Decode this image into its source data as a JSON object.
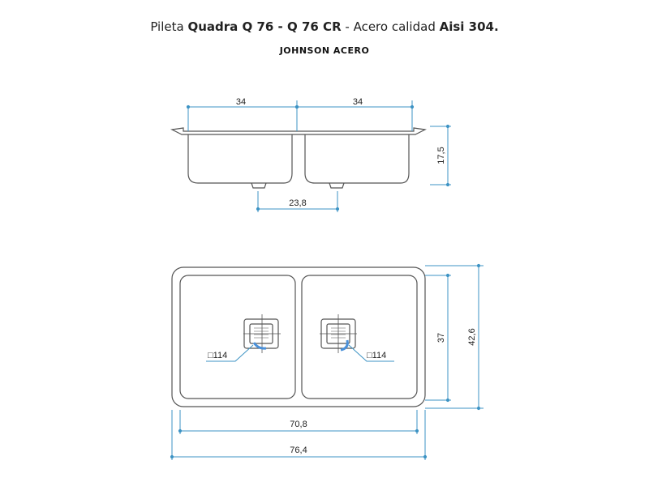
{
  "title": {
    "p1": "Pileta ",
    "b1": "Quadra Q 76 - Q 76 CR",
    "p2": " - Acero calidad ",
    "b2": "Aisi 304."
  },
  "brand": "JOHNSON ACERO",
  "dimensions": {
    "bowl_width_left": "34",
    "bowl_width_right": "34",
    "depth": "17,5",
    "drain_spacing": "23,8",
    "bowl_length": "37",
    "total_length": "42,6",
    "inner_width": "70,8",
    "total_width": "76,4",
    "drain_left": "□114",
    "drain_right": "□114"
  },
  "colors": {
    "outline": "#555555",
    "dimension": "#3d93c4",
    "accent": "#4a90d9"
  }
}
